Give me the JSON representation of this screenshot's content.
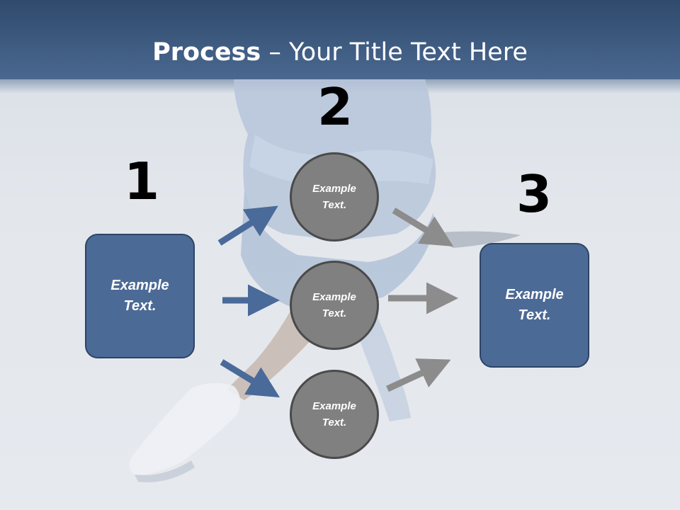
{
  "slide": {
    "title_bold": "Process",
    "title_rest": " – Your Title Text Here"
  },
  "steps": {
    "one": {
      "number": "1",
      "text": "Example\nText."
    },
    "two": {
      "number": "2",
      "circles": [
        "Example\nText.",
        "Example\nText.",
        "Example\nText."
      ]
    },
    "three": {
      "number": "3",
      "text": "Example\nText."
    }
  },
  "colors": {
    "header": "#3b5a80",
    "box_fill": "#4c6a96",
    "circle_fill": "#808080",
    "arrow_blue": "#4a6a9a",
    "arrow_gray": "#8c8c8c"
  }
}
